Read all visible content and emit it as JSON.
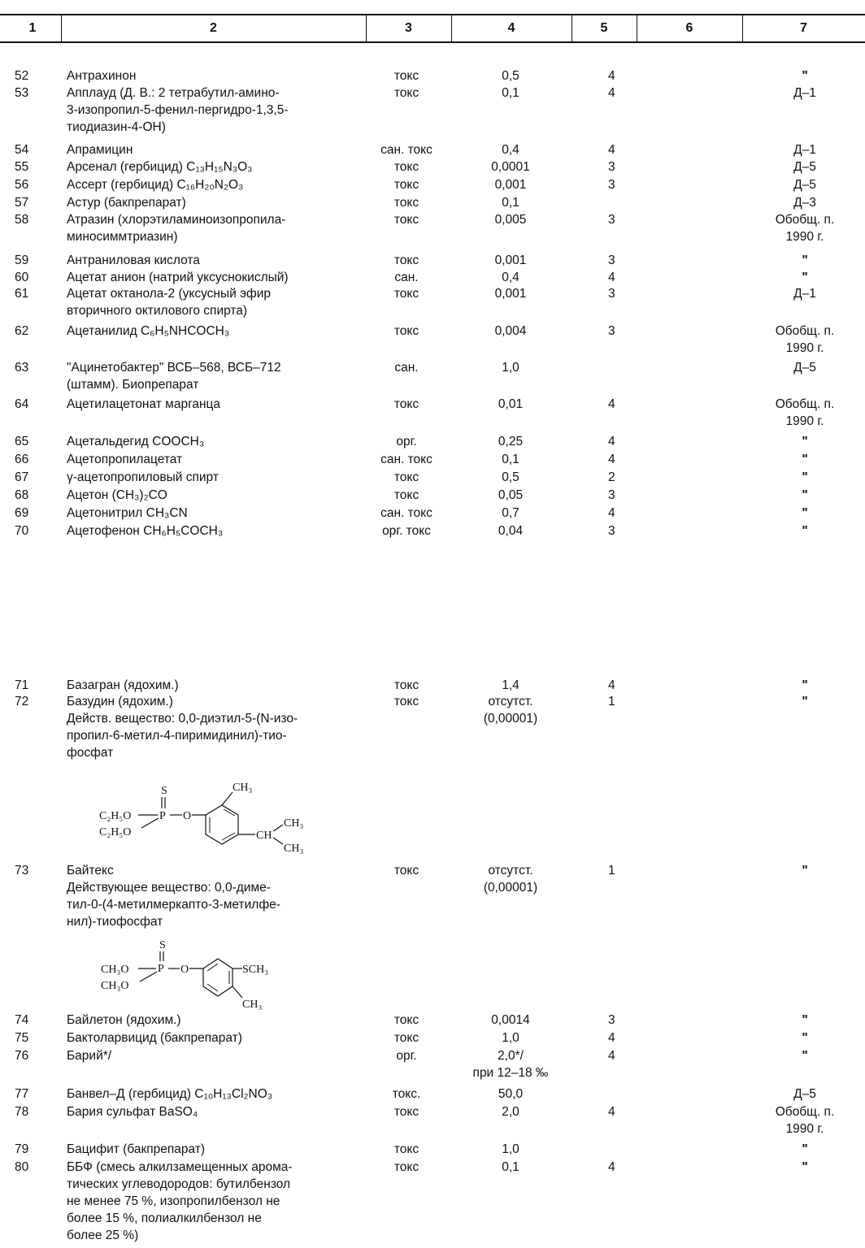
{
  "header": [
    "1",
    "2",
    "3",
    "4",
    "5",
    "6",
    "7"
  ],
  "rows": {
    "r52": {
      "n": "52",
      "name": [
        "Антрахинон"
      ],
      "cls": "токс",
      "val": [
        "0,5"
      ],
      "haz": "4",
      "note": [
        "\""
      ]
    },
    "r53": {
      "n": "53",
      "name": [
        "Апплауд (Д. В.: 2 тетрабутил-амино-",
        "3-изопропил-5-фенил-пергидро-1,3,5-",
        "тиодиазин-4-ОН)"
      ],
      "cls": "токс",
      "val": [
        "0,1"
      ],
      "haz": "4",
      "note": [
        "Д–1"
      ]
    },
    "r54": {
      "n": "54",
      "name": [
        "Апрамицин"
      ],
      "cls": "сан. токс",
      "val": [
        "0,4"
      ],
      "haz": "4",
      "note": [
        "Д–1"
      ]
    },
    "r55": {
      "n": "55",
      "name_prefix": "Арсенал (гербицид) ",
      "formula": "C₁₃H₁₅N₃O₃",
      "cls": "токс",
      "val": [
        "0,0001"
      ],
      "haz": "3",
      "note": [
        "Д–5"
      ]
    },
    "r56": {
      "n": "56",
      "name_prefix": "Ассерт (гербицид) ",
      "formula": "C₁₆H₂₀N₂O₃",
      "cls": "токс",
      "val": [
        "0,001"
      ],
      "haz": "3",
      "note": [
        "Д–5"
      ]
    },
    "r57": {
      "n": "57",
      "name": [
        "Астур (бакпрепарат)"
      ],
      "cls": "токс",
      "val": [
        "0,1"
      ],
      "haz": "",
      "note": [
        "Д–3"
      ]
    },
    "r58": {
      "n": "58",
      "name": [
        "Атразин (хлорэтиламиноизопропила-",
        "миносиммтриазин)"
      ],
      "cls": "токс",
      "val": [
        "0,005"
      ],
      "haz": "3",
      "note": [
        "Обобщ. п.",
        "1990 г."
      ]
    },
    "r59": {
      "n": "59",
      "name": [
        "Антраниловая кислота"
      ],
      "cls": "токс",
      "val": [
        "0,001"
      ],
      "haz": "3",
      "note": [
        "\""
      ]
    },
    "r60": {
      "n": "60",
      "name": [
        "Ацетат анион (натрий уксуснокислый)"
      ],
      "cls": "сан.",
      "val": [
        "0,4"
      ],
      "haz": "4",
      "note": [
        "\""
      ]
    },
    "r61": {
      "n": "61",
      "name": [
        "Ацетат октанола-2 (уксусный эфир",
        "вторичного октилового спирта)"
      ],
      "cls": "токс",
      "val": [
        "0,001"
      ],
      "haz": "3",
      "note": [
        "Д–1"
      ]
    },
    "r62": {
      "n": "62",
      "name_prefix": "Ацетанилид ",
      "formula": "C₆H₅NHCOCH₃",
      "cls": "токс",
      "val": [
        "0,004"
      ],
      "haz": "3",
      "note": [
        "Обобщ. п.",
        "1990 г."
      ]
    },
    "r63": {
      "n": "63",
      "name": [
        "\"Ацинетобактер\" ВСБ–568, ВСБ–712",
        "(штамм). Биопрепарат"
      ],
      "cls": "сан.",
      "val": [
        "1,0"
      ],
      "haz": "",
      "note": [
        "Д–5"
      ]
    },
    "r64": {
      "n": "64",
      "name": [
        "Ацетилацетонат марганца"
      ],
      "cls": "токс",
      "val": [
        "0,01"
      ],
      "haz": "4",
      "note": [
        "Обобщ. п.",
        "1990 г."
      ]
    },
    "r65": {
      "n": "65",
      "name_prefix": "Ацетальдегид ",
      "formula": "COOCH₃",
      "cls": "орг.",
      "val": [
        "0,25"
      ],
      "haz": "4",
      "note": [
        "\""
      ]
    },
    "r66": {
      "n": "66",
      "name": [
        "Ацетопропилацетат"
      ],
      "cls": "сан. токс",
      "val": [
        "0,1"
      ],
      "haz": "4",
      "note": [
        "\""
      ]
    },
    "r67": {
      "n": "67",
      "name": [
        "γ-ацетопропиловый спирт"
      ],
      "cls": "токс",
      "val": [
        "0,5"
      ],
      "haz": "2",
      "note": [
        "\""
      ]
    },
    "r68": {
      "n": "68",
      "name_prefix": "Ацетон ",
      "formula": "(CH₃)₂CO",
      "cls": "токс",
      "val": [
        "0,05"
      ],
      "haz": "3",
      "note": [
        "\""
      ]
    },
    "r69": {
      "n": "69",
      "name_prefix": "Ацетонитрил ",
      "formula": "CH₃CN",
      "cls": "сан. токс",
      "val": [
        "0,7"
      ],
      "haz": "4",
      "note": [
        "\""
      ]
    },
    "r70": {
      "n": "70",
      "name_prefix": "Ацетофенон ",
      "formula": "CH₆H₅COCH₃",
      "cls": "орг. токс",
      "val": [
        "0,04"
      ],
      "haz": "3",
      "note": [
        "\""
      ]
    },
    "r71": {
      "n": "71",
      "name": [
        "Базагран (ядохим.)"
      ],
      "cls": "токс",
      "val": [
        "1,4"
      ],
      "haz": "4",
      "note": [
        "\""
      ]
    },
    "r72": {
      "n": "72",
      "name": [
        "Базудин (ядохим.)",
        "Действ. вещество: 0,0-диэтил-5-(N-изо-",
        "пропил-6-метил-4-пиримидинил)-тио-",
        "фосфат"
      ],
      "cls": "токс",
      "val": [
        "отсутст.",
        "(0,00001)"
      ],
      "haz": "1",
      "note": [
        "\""
      ]
    },
    "r73": {
      "n": "73",
      "name": [
        "Байтекс",
        "Действующее вещество: 0,0-диме-",
        "тил-0-(4-метилмеркапто-3-метилфе-",
        "нил)-тиофосфат"
      ],
      "cls": "токс",
      "val": [
        "отсутст.",
        "(0,00001)"
      ],
      "haz": "1",
      "note": [
        "\""
      ]
    },
    "r74": {
      "n": "74",
      "name": [
        "Байлетон (ядохим.)"
      ],
      "cls": "токс",
      "val": [
        "0,0014"
      ],
      "haz": "3",
      "note": [
        "\""
      ]
    },
    "r75": {
      "n": "75",
      "name": [
        "Бактоларвицид (бакпрепарат)"
      ],
      "cls": "токс",
      "val": [
        "1,0"
      ],
      "haz": "4",
      "note": [
        "\""
      ]
    },
    "r76": {
      "n": "76",
      "name": [
        "Барий*/"
      ],
      "cls": "орг.",
      "val": [
        "2,0*/",
        "при 12–18 ‰"
      ],
      "haz": "4",
      "note": [
        "\""
      ]
    },
    "r77": {
      "n": "77",
      "name_prefix": "Банвел–Д (гербицид) ",
      "formula": "C₁₀H₁₃Cl₂NO₃",
      "cls": "токс.",
      "val": [
        "50,0"
      ],
      "haz": "",
      "note": [
        "Д–5"
      ]
    },
    "r78": {
      "n": "78",
      "name_prefix": "Бария сульфат ",
      "formula": "BaSO₄",
      "cls": "токс",
      "val": [
        "2,0"
      ],
      "haz": "4",
      "note": [
        "Обобщ. п.",
        "1990 г."
      ]
    },
    "r79": {
      "n": "79",
      "name": [
        "Бацифит (бакпрепарат)"
      ],
      "cls": "токс",
      "val": [
        "1,0"
      ],
      "haz": "",
      "note": [
        "\""
      ]
    },
    "r80": {
      "n": "80",
      "name": [
        "ББФ (смесь алкилзамещенных арома-",
        "тических углеводородов: бутилбензол",
        "не менее 75 %, изопропилбензол не",
        "более 15 %, полиалкилбензол не",
        "более 25 %)"
      ],
      "cls": "токс",
      "val": [
        "0,1"
      ],
      "haz": "4",
      "note": [
        "\""
      ]
    }
  },
  "structures": {
    "s72": {
      "p": "P",
      "s": "S",
      "o": "O",
      "ethyl1": "C₂H₅O",
      "ethyl2": "C₂H₅O",
      "methyl": "CH₃",
      "ipr_ch": "CH",
      "ipr_me1": "CH₃",
      "ipr_me2": "CH₃"
    },
    "s73": {
      "p": "P",
      "s": "S",
      "o": "O",
      "me1": "CH₃O",
      "me2": "CH₃O",
      "sch3": "SCH₃",
      "methyl": "CH₃"
    }
  }
}
